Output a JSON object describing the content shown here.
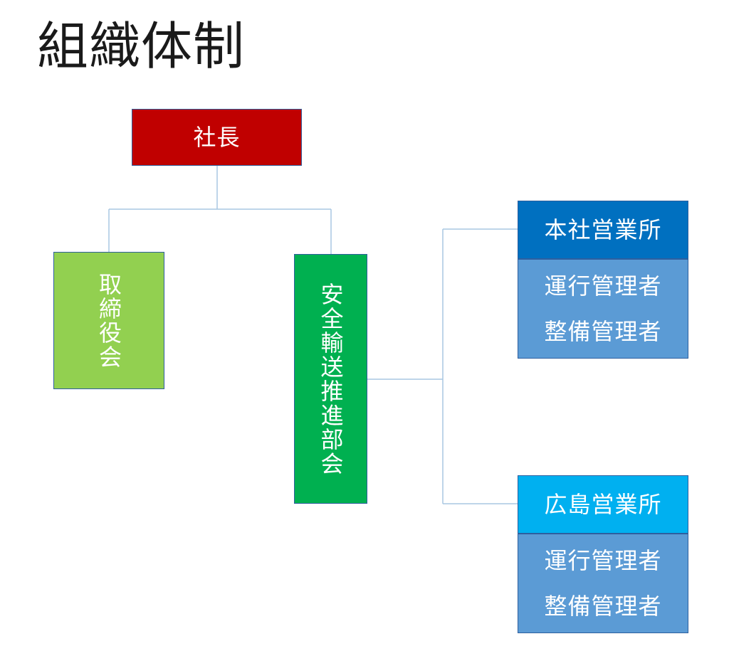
{
  "title": "組織体制",
  "president": {
    "label": "社長"
  },
  "board": {
    "label": "取締役会"
  },
  "safety_committee": {
    "label": "安全輸送推進部会"
  },
  "offices": [
    {
      "name": "本社営業所",
      "staff": [
        "運行管理者",
        "整備管理者"
      ],
      "header_color": "#0070c0"
    },
    {
      "name": "広島営業所",
      "staff": [
        "運行管理者",
        "整備管理者"
      ],
      "header_color": "#00b0f0"
    }
  ],
  "colors": {
    "president": "#c00000",
    "board": "#92d050",
    "safety_committee": "#00b050",
    "staff_box": "#5b9bd5",
    "connector": "#a9c7e2"
  }
}
